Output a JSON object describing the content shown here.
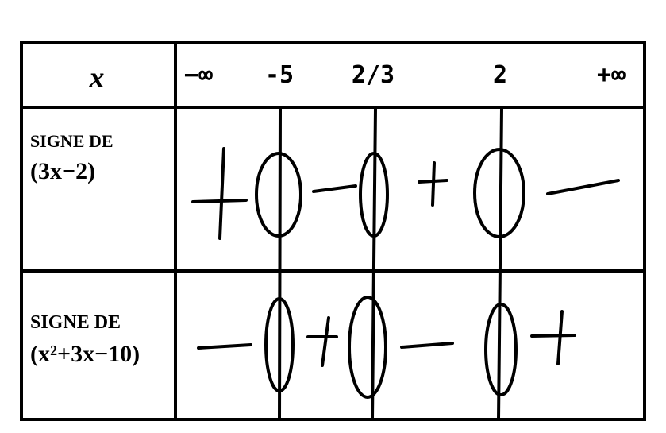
{
  "header": {
    "variable": "x",
    "values": [
      "−∞",
      "-5",
      "2/3",
      "2",
      "+∞"
    ]
  },
  "rows": [
    {
      "label_line1": "SIGNE  DE",
      "label_line2": "(3x−2)",
      "signs": [
        "+",
        "0",
        "−",
        "0",
        "+",
        "0",
        "−"
      ]
    },
    {
      "label_line1": "SIGNE  DE",
      "label_line2": "(x²+3x−10)",
      "signs": [
        "−",
        "0",
        "+",
        "0",
        "−",
        "0",
        "+"
      ]
    }
  ]
}
